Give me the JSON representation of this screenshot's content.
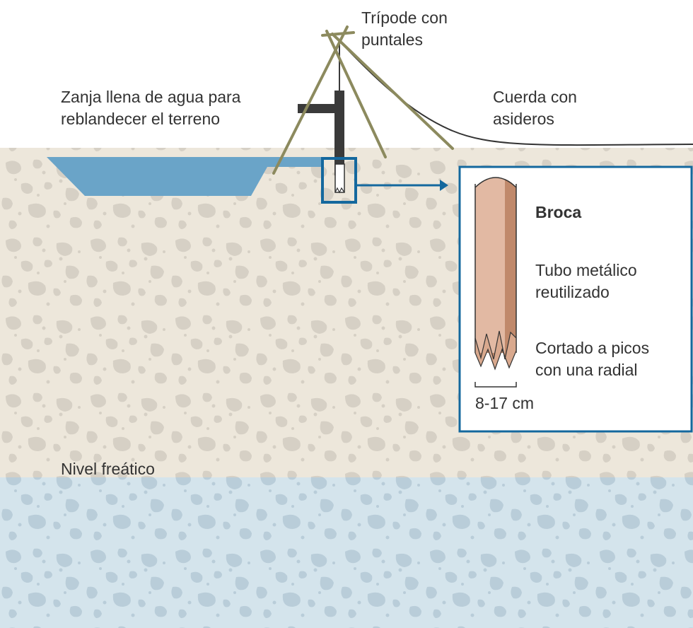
{
  "labels": {
    "tripod": [
      "Trípode con",
      "puntales"
    ],
    "trench": [
      "Zanja llena de agua para",
      "reblandecer el terreno"
    ],
    "rope": [
      "Cuerda con",
      "asideros"
    ],
    "water_table": "Nivel freático"
  },
  "detail": {
    "title": "Broca",
    "tube": [
      "Tubo metálico",
      "reutilizado"
    ],
    "cut": [
      "Cortado a picos",
      "con una radial"
    ],
    "width": "8-17 cm"
  },
  "colors": {
    "soil": "#ede7db",
    "pebble": "#d6d0c5",
    "groundwater": "#d4e4ec",
    "pebble_water": "#b9cdd9",
    "trench_water": "#6aa4c8",
    "tripod": "#8c8a5e",
    "frame": "#333333",
    "accent": "#14689e",
    "pipe_light": "#e9c3ac",
    "pipe_mid": "#d9a98e",
    "pipe_dark": "#c0896b"
  }
}
